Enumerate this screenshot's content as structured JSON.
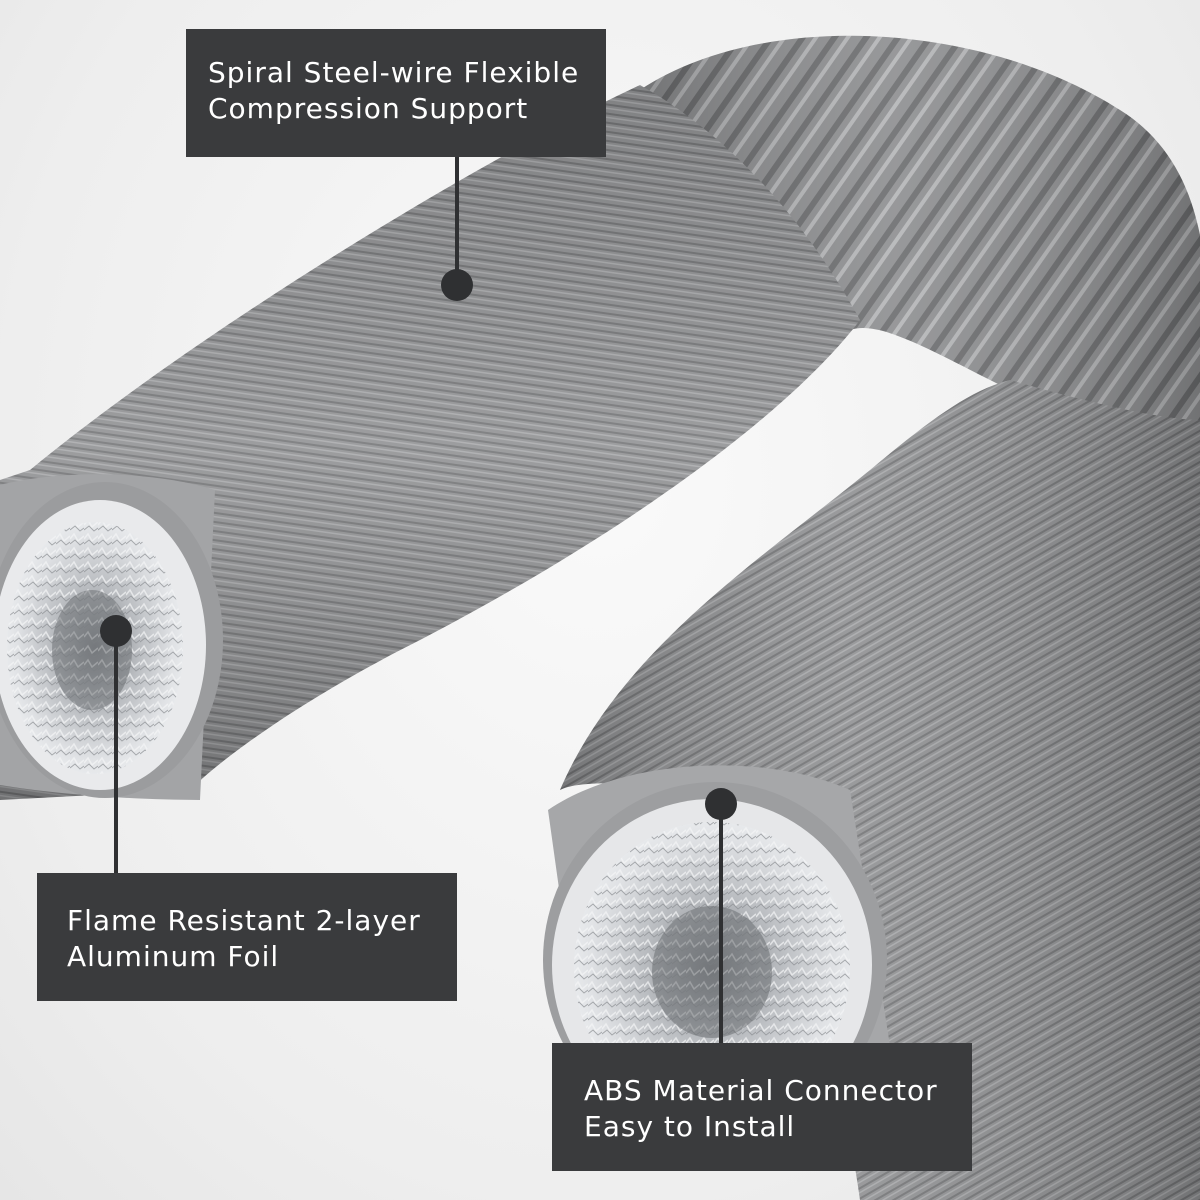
{
  "image": {
    "subject": "Flexible grey hose",
    "colors": {
      "hose": "#8e8f91",
      "hose_dark": "#6f7072",
      "foil": "#cfd2d6",
      "callout_bg": "#3a3b3d",
      "callout_text": "#ffffff",
      "background": "#f2f2f2"
    }
  },
  "callouts": {
    "top": {
      "line1": "Spiral Steel-wire Flexible",
      "line2": "Compression Support"
    },
    "left": {
      "line1": "Flame Resistant 2-layer",
      "line2": "Aluminum Foil"
    },
    "right": {
      "line1": "ABS Material Connector",
      "line2": "Easy to Install"
    }
  }
}
